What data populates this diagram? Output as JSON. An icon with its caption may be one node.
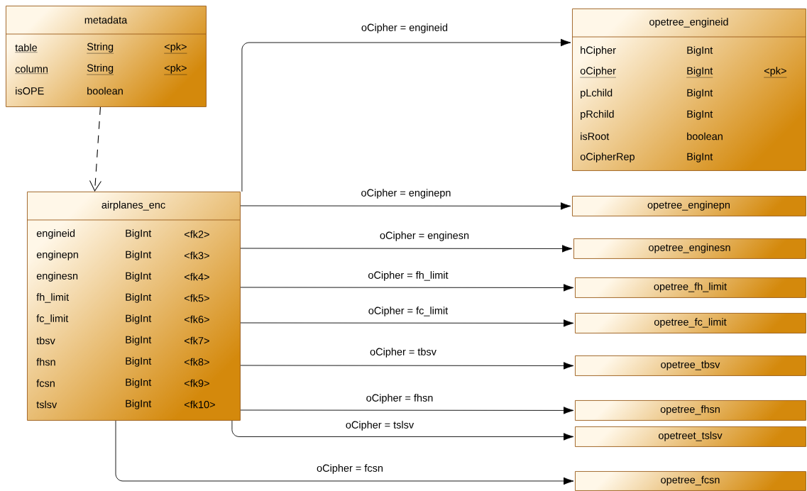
{
  "diagram": {
    "nodes": [
      {
        "text": [
          "metadata",
          "table",
          "String",
          "<pk>",
          "column",
          "String",
          "<pk>",
          "isOPE",
          "boolean"
        ]
      },
      {
        "text": [
          "airplanes_enc",
          "engineid",
          "BigInt",
          "<fk2>",
          "enginepn",
          "BigInt",
          "<fk3>",
          "enginesn",
          "BigInt",
          "<fk4>",
          "fh_limit",
          "BigInt",
          "<fk5>",
          "fc_limit",
          "BigInt",
          "<fk6>",
          "tbsv",
          "BigInt",
          "<fk7>",
          "fhsn",
          "BigInt",
          "<fk8>",
          "fcsn",
          "BigInt",
          "<fk9>",
          "tslsv",
          "BigInt",
          "<fk10>"
        ]
      },
      {
        "text": [
          "opetree_engineid",
          "hCipher",
          "BigInt",
          "oCipher",
          "BigInt",
          "<pk>",
          "pLchild",
          "BigInt",
          "pRchild",
          "BigInt",
          "isRoot",
          "boolean",
          "oCipherRep",
          "BigInt"
        ]
      },
      {
        "text": [
          "opetree_enginepn"
        ]
      },
      {
        "text": [
          "opetree_enginesn"
        ]
      },
      {
        "text": [
          "opetree_fh_limit"
        ]
      },
      {
        "text": [
          "opetree_fc_limit"
        ]
      },
      {
        "text": [
          "opetree_tbsv"
        ]
      },
      {
        "text": [
          "opetree_fhsn"
        ]
      },
      {
        "text": [
          "opetreet_tslsv"
        ]
      },
      {
        "text": [
          "opetree_fcsn"
        ]
      }
    ],
    "edges": [
      {
        "from": 0,
        "to": 1,
        "arrow": "to",
        "style": "dashed"
      },
      {
        "from": 1,
        "to": 2,
        "arrow": "to",
        "label": "oCipher = engineid"
      },
      {
        "from": 1,
        "to": 3,
        "arrow": "to",
        "label": "oCipher = enginepn"
      },
      {
        "from": 1,
        "to": 4,
        "arrow": "to",
        "label": "oCipher = enginesn"
      },
      {
        "from": 1,
        "to": 5,
        "arrow": "to",
        "label": "oCipher = fh_limit"
      },
      {
        "from": 1,
        "to": 6,
        "arrow": "to",
        "label": "oCipher = fc_limit"
      },
      {
        "from": 1,
        "to": 7,
        "arrow": "to",
        "label": "oCipher = tbsv"
      },
      {
        "from": 1,
        "to": 8,
        "arrow": "to",
        "label": "oCipher = fhsn"
      },
      {
        "from": 1,
        "to": 9,
        "arrow": "to",
        "label": "oCipher = tslsv"
      },
      {
        "from": 1,
        "to": 10,
        "arrow": "to",
        "label": "oCipher = fcsn"
      }
    ]
  }
}
